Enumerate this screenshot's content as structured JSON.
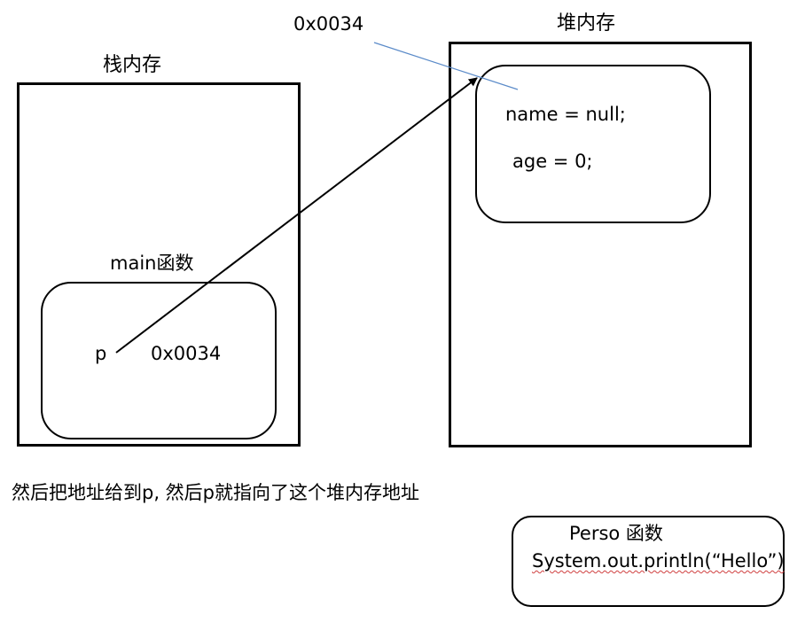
{
  "stack": {
    "title": "栈内存",
    "frame_title": "main函数",
    "var_name": "p",
    "var_value": "0x0034"
  },
  "heap": {
    "title": "堆内存",
    "address_label": "0x0034",
    "field_name": "name =  null;",
    "field_age": "age = 0;"
  },
  "caption": "然后把地址给到p, 然后p就指向了这个堆内存地址",
  "perso_box": {
    "title": "Perso 函数",
    "code": "System.out.println(“Hello”)"
  },
  "colors": {
    "pointer_line": "#5b8bc9",
    "spellcheck_underline": "#d04040"
  }
}
